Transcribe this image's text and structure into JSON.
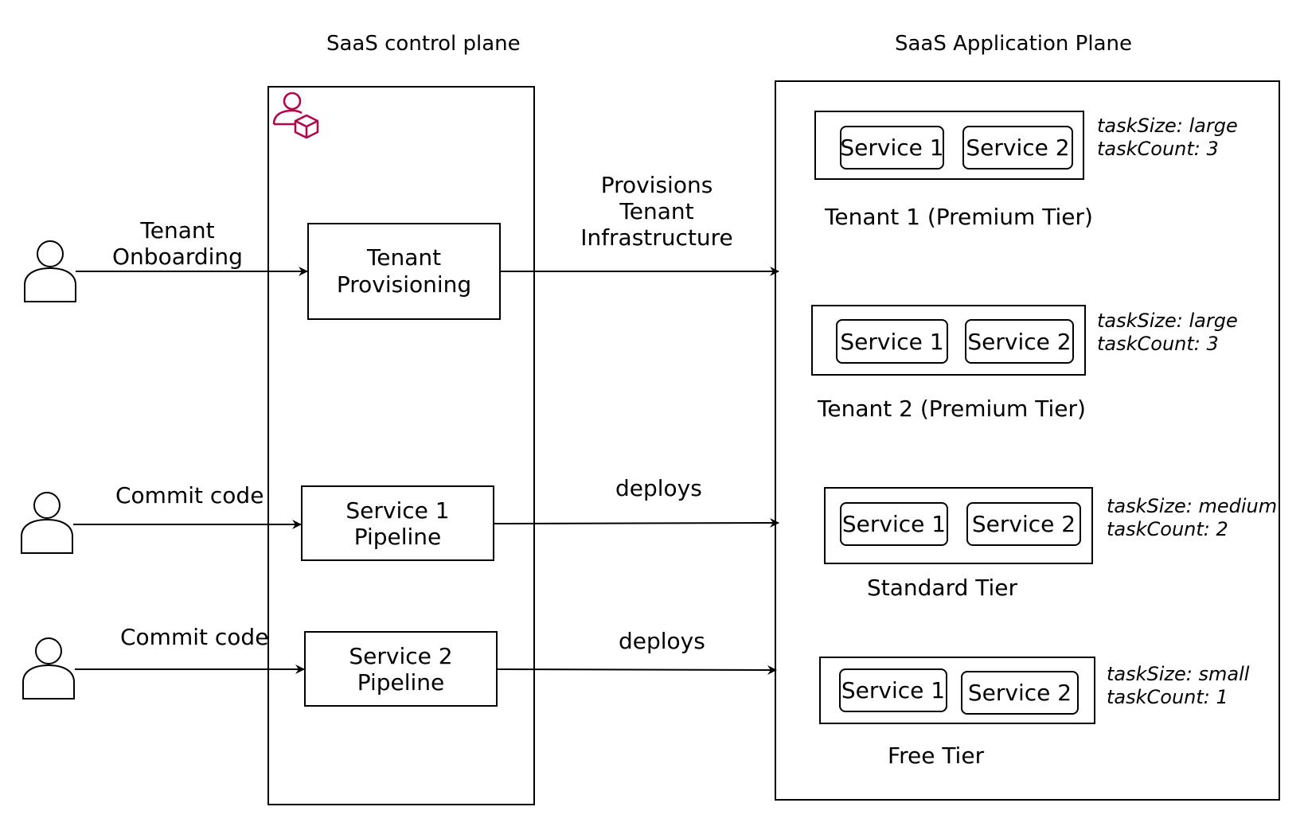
{
  "planes": {
    "control_title": "SaaS control plane",
    "application_title": "SaaS Application Plane"
  },
  "icons": {
    "control_plane_icon": "user-cube-icon",
    "control_plane_icon_color": "#B0084D",
    "actor_icon": "user-icon"
  },
  "control": {
    "tenant_provisioning": [
      "Tenant",
      "Provisioning"
    ],
    "service1_pipeline": "Service 1 Pipeline",
    "service2_pipeline": "Service 2 Pipeline"
  },
  "edges": {
    "onboarding": [
      "Tenant",
      "Onboarding"
    ],
    "commit1": "Commit code",
    "commit2": "Commit code",
    "provisions": [
      "Provisions",
      "Tenant",
      "Infrastructure"
    ],
    "deploys1": "deploys",
    "deploys2": "deploys"
  },
  "tiers": [
    {
      "label": "Tenant 1 (Premium Tier)",
      "service1": "Service 1",
      "service2": "Service 2",
      "task_size": "taskSize: large",
      "task_count": "taskCount: 3"
    },
    {
      "label": "Tenant 2 (Premium Tier)",
      "service1": "Service 1",
      "service2": "Service 2",
      "task_size": "taskSize: large",
      "task_count": "taskCount: 3"
    },
    {
      "label": "Standard Tier",
      "service1": "Service 1",
      "service2": "Service 2",
      "task_size": "taskSize: medium",
      "task_count": "taskCount: 2"
    },
    {
      "label": "Free Tier",
      "service1": "Service 1",
      "service2": "Service 2",
      "task_size": "taskSize: small",
      "task_count": "taskCount: 1"
    }
  ]
}
